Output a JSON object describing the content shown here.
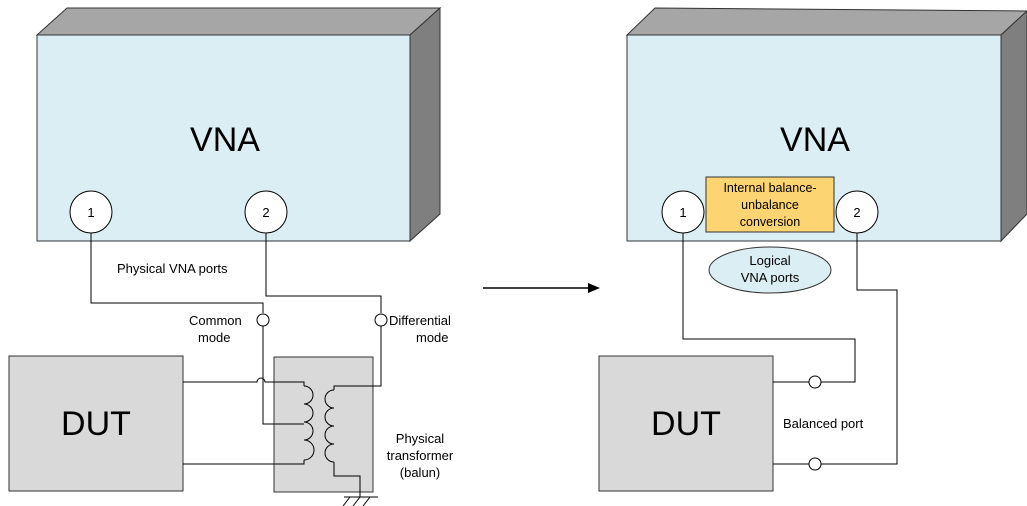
{
  "colors": {
    "vna_front": "#dbeef4",
    "vna_top": "#a6a6a6",
    "vna_side": "#7f7f7f",
    "dut_fill": "#d9d9d9",
    "conversion_fill": "#fcd472",
    "logical_ports_fill": "#dbeef4",
    "line": "#000000"
  },
  "left": {
    "vna_label": "VNA",
    "port1_label": "1",
    "port2_label": "2",
    "physical_ports_label": "Physical VNA ports",
    "common_mode_line1": "Common",
    "common_mode_line2": "mode",
    "differential_mode_line1": "Differential",
    "differential_mode_line2": "mode",
    "dut_label": "DUT",
    "transformer_line1": "Physical",
    "transformer_line2": "transformer",
    "transformer_line3": "(balun)"
  },
  "right": {
    "vna_label": "VNA",
    "port1_label": "1",
    "port2_label": "2",
    "conversion_line1": "Internal balance-",
    "conversion_line2": "unbalance",
    "conversion_line3": "conversion",
    "logical_ports_line1": "Logical",
    "logical_ports_line2": "VNA ports",
    "dut_label": "DUT",
    "balanced_port_label": "Balanced port"
  },
  "arrow": {
    "icon": "right-arrow-icon"
  }
}
